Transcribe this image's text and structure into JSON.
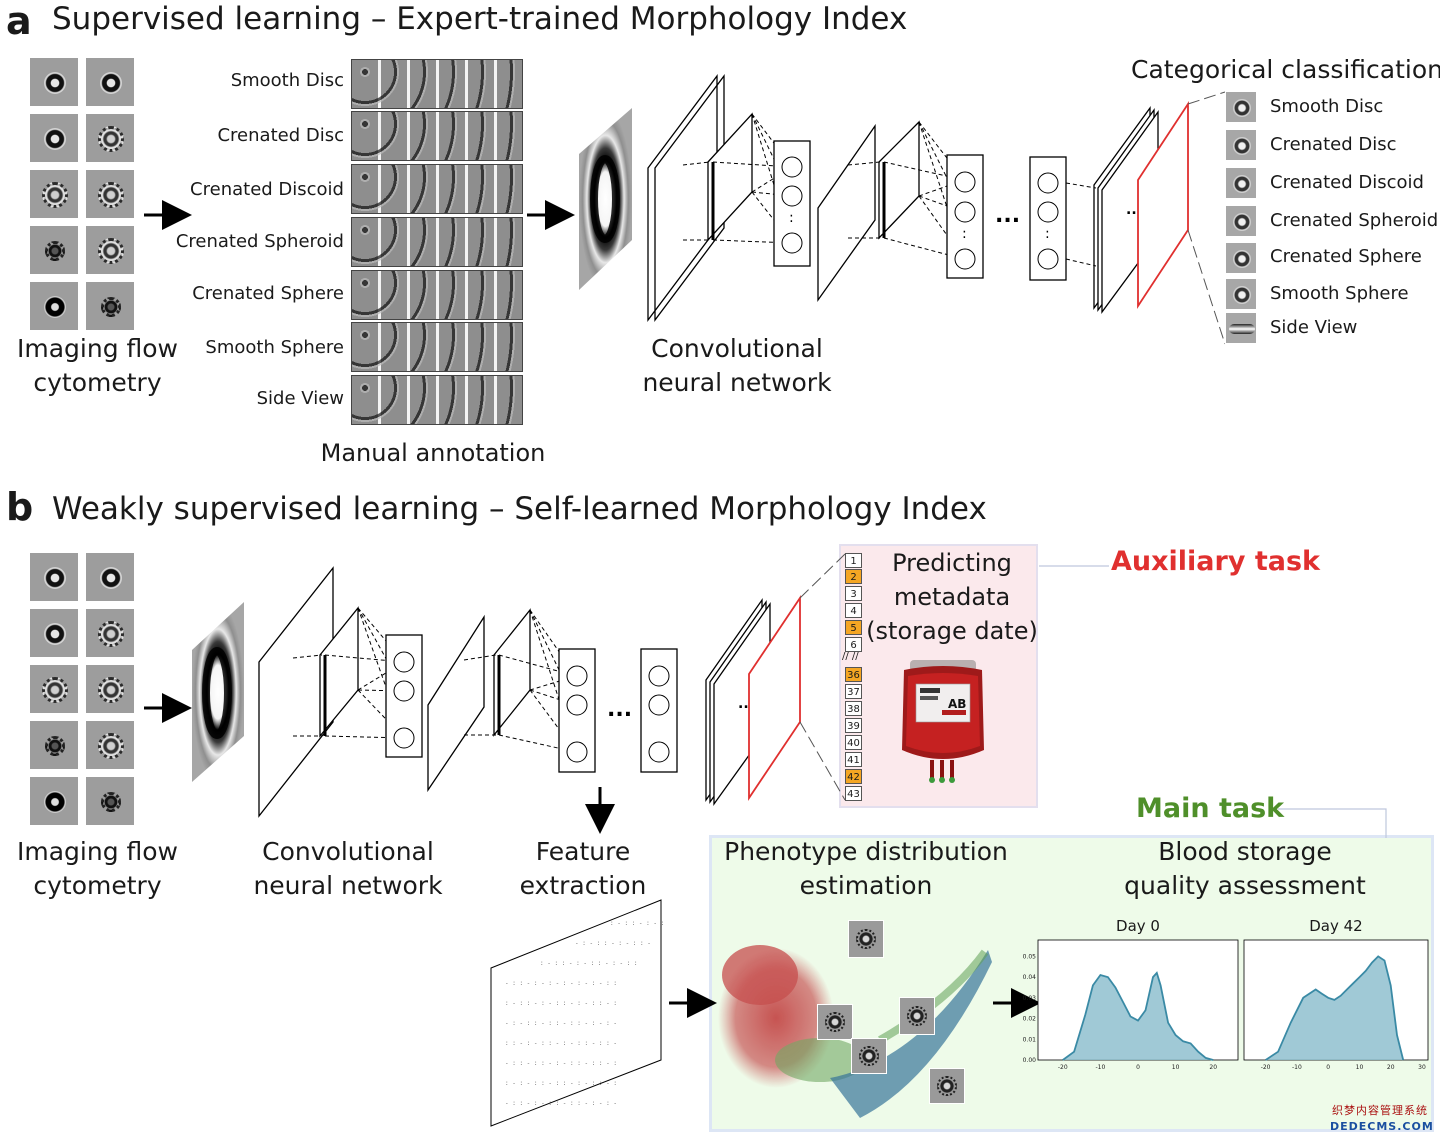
{
  "panel_a": {
    "letter": "a",
    "title": "Supervised learning – Expert-trained Morphology Index",
    "input_label_line1": "Imaging flow",
    "input_label_line2": "cytometry",
    "annotation_title": "Manual annotation",
    "annotation_classes": [
      "Smooth Disc",
      "Crenated Disc",
      "Crenated Discoid",
      "Crenated Spheroid",
      "Crenated Sphere",
      "Smooth Sphere",
      "Side View"
    ],
    "cnn_label_line1": "Convolutional",
    "cnn_label_line2": "neural network",
    "ellipsis": "...",
    "output_title": "Categorical classification",
    "output_classes": [
      "Smooth Disc",
      "Crenated Disc",
      "Crenated Discoid",
      "Crenated Spheroid",
      "Crenated Sphere",
      "Smooth Sphere",
      "Side View"
    ]
  },
  "panel_b": {
    "letter": "b",
    "title": "Weakly supervised learning – Self-learned Morphology Index",
    "input_label_line1": "Imaging flow",
    "input_label_line2": "cytometry",
    "cnn_label_line1": "Convolutional",
    "cnn_label_line2": "neural network",
    "feature_label_line1": "Feature",
    "feature_label_line2": "extraction",
    "ellipsis": "...",
    "aux_task_label": "Auxiliary task",
    "aux_box_line1": "Predicting",
    "aux_box_line2": "metadata",
    "aux_box_line3": "(storage date)",
    "date_indices_top": [
      "1",
      "2",
      "3",
      "4",
      "5",
      "6"
    ],
    "date_break": "// //",
    "date_indices_bottom": [
      "36",
      "37",
      "38",
      "39",
      "40",
      "41",
      "42",
      "43"
    ],
    "date_highlighted": [
      "2",
      "5",
      "36",
      "42"
    ],
    "bag_label": "AB",
    "main_task_label": "Main task",
    "phenotype_line1": "Phenotype distribution",
    "phenotype_line2": "estimation",
    "quality_line1": "Blood storage",
    "quality_line2": "quality assessment",
    "colors": {
      "aux": "#e0302f",
      "main": "#4f8f2a",
      "hist_fill": "#8fc0cf",
      "hist_line": "#3a8aa5"
    }
  },
  "chart_data": [
    {
      "type": "area",
      "title": "Day 0",
      "x": [
        -20,
        -17,
        -14,
        -12,
        -10,
        -8,
        -6,
        -4,
        -2,
        0,
        2,
        4,
        5,
        6,
        8,
        10,
        12,
        14,
        16,
        18,
        20
      ],
      "y": [
        0.0,
        0.004,
        0.022,
        0.036,
        0.041,
        0.04,
        0.035,
        0.028,
        0.021,
        0.019,
        0.024,
        0.04,
        0.042,
        0.036,
        0.018,
        0.012,
        0.009,
        0.008,
        0.004,
        0.001,
        0.0
      ],
      "xlim": [
        -25,
        25
      ],
      "ylim": [
        0,
        0.055
      ],
      "yticks": [
        "0.00",
        "0.01",
        "0.02",
        "0.03",
        "0.04",
        "0.05"
      ],
      "xticks": [
        "-20",
        "-10",
        "0",
        "10",
        "20"
      ]
    },
    {
      "type": "area",
      "title": "Day 42",
      "x": [
        -20,
        -16,
        -12,
        -8,
        -4,
        -2,
        0,
        2,
        4,
        6,
        8,
        10,
        12,
        14,
        16,
        18,
        20,
        22,
        24
      ],
      "y": [
        0.0,
        0.004,
        0.018,
        0.03,
        0.034,
        0.032,
        0.03,
        0.029,
        0.031,
        0.034,
        0.037,
        0.04,
        0.043,
        0.047,
        0.05,
        0.048,
        0.036,
        0.012,
        0.0
      ],
      "xlim": [
        -25,
        30
      ],
      "ylim": [
        0,
        0.055
      ],
      "yticks": [],
      "xticks": [
        "-20",
        "-10",
        "0",
        "10",
        "20",
        "30"
      ]
    }
  ],
  "watermark_line1": "织梦内容管理系统",
  "watermark_line2": "DEDECMS.COM"
}
